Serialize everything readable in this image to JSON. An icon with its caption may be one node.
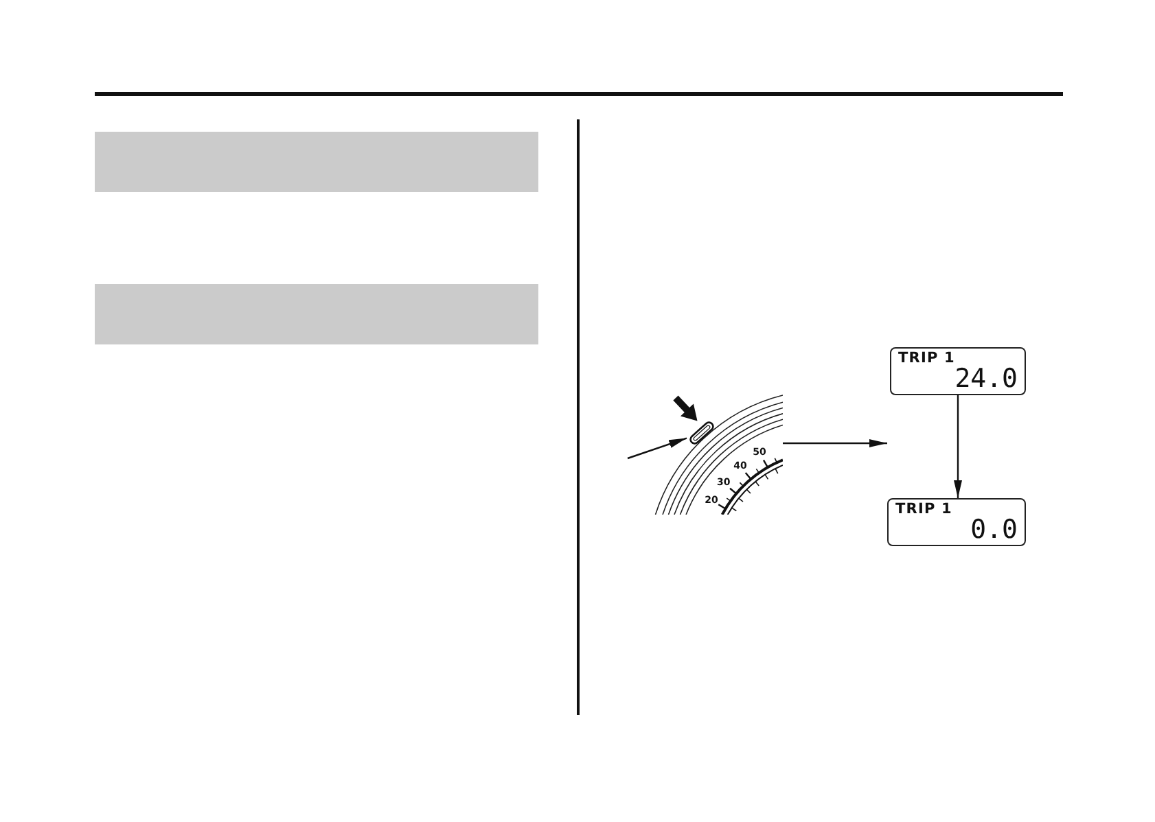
{
  "diagram": {
    "nodes": [
      {
        "text": [],
        "shape": "bar"
      },
      {
        "text": [],
        "shape": "bar"
      },
      {
        "text": [],
        "shape": "picture"
      },
      {
        "text": [],
        "shape": "box",
        "in": 2
      },
      {
        "text": [
          "TRIP 1",
          "24.0"
        ]
      },
      {
        "text": [
          "TRIP 1",
          "0.0"
        ]
      }
    ],
    "edges": [
      {
        "from": null,
        "to": 3,
        "arrow": "to"
      },
      {
        "from": 2,
        "to": null,
        "arrow": "to"
      },
      {
        "from": 4,
        "to": 5,
        "arrow": "to"
      }
    ],
    "labels": [
      "20",
      "30",
      "40",
      "50"
    ]
  }
}
